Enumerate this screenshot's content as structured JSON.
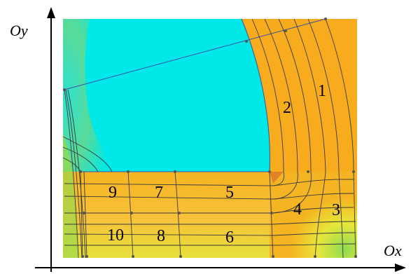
{
  "axes": {
    "x_label": "Ox",
    "y_label": "Oy"
  },
  "regions": {
    "r1": "1",
    "r2": "2",
    "r3": "3",
    "r4": "4",
    "r5": "5",
    "r6": "6",
    "r7": "7",
    "r8": "8",
    "r9": "9",
    "r10": "10"
  },
  "colors": {
    "cyan": "#00e8e8",
    "orange": "#f6ac1c",
    "light_orange": "#f7c23a",
    "yellow": "#e8e63a",
    "green": "#9bd84a",
    "axis": "#000000"
  }
}
